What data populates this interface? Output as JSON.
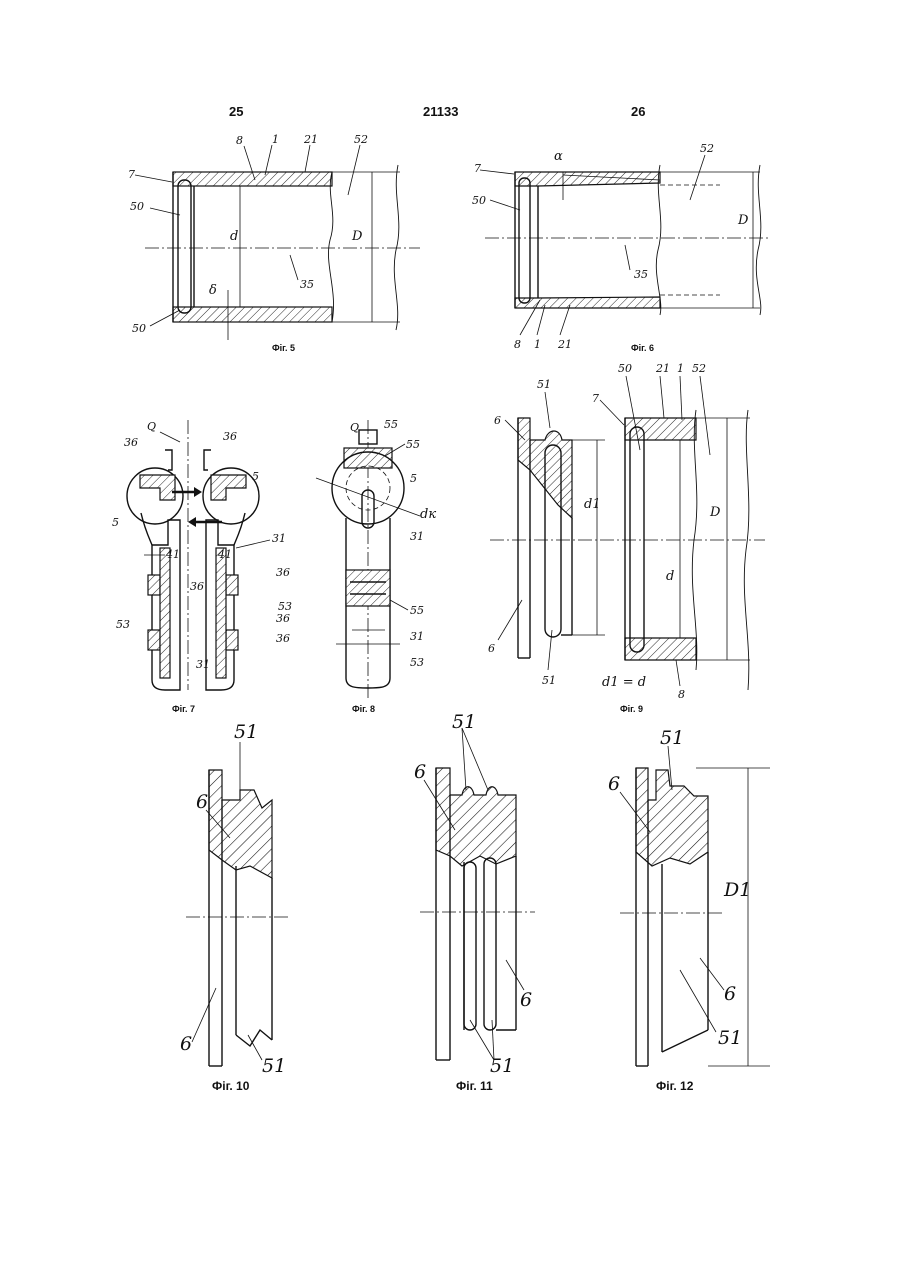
{
  "header": {
    "page_left": "25",
    "patent_number": "21133",
    "page_right": "26"
  },
  "figures": {
    "fig5": {
      "caption": "Фіг. 5",
      "labels": [
        "7",
        "8",
        "1",
        "21",
        "52",
        "50",
        "d",
        "D",
        "35",
        "δ",
        "50"
      ]
    },
    "fig6": {
      "caption": "Фіг. 6",
      "labels": [
        "7",
        "α",
        "52",
        "50",
        "D",
        "35",
        "8",
        "1",
        "21"
      ]
    },
    "fig7": {
      "caption": "Фіг. 7",
      "labels": [
        "Q",
        "36",
        "36",
        "5",
        "5",
        "41",
        "41",
        "31",
        "36",
        "36",
        "36",
        "53",
        "53",
        "36",
        "31"
      ]
    },
    "fig8": {
      "caption": "Фіг. 8",
      "labels": [
        "Q",
        "55",
        "55",
        "5",
        "dк",
        "31",
        "55",
        "31",
        "53"
      ]
    },
    "fig9": {
      "caption": "Фіг. 9",
      "labels": [
        "51",
        "50",
        "21",
        "1",
        "52",
        "6",
        "7",
        "d1",
        "d",
        "D",
        "6",
        "51",
        "d1 = d",
        "8"
      ]
    },
    "fig10": {
      "caption": "Фіг. 10",
      "labels": [
        "51",
        "6",
        "6",
        "51"
      ]
    },
    "fig11": {
      "caption": "Фіг. 11",
      "labels": [
        "51",
        "6",
        "6",
        "51"
      ]
    },
    "fig12": {
      "caption": "Фіг. 12",
      "labels": [
        "51",
        "6",
        "D1",
        "6",
        "51"
      ]
    }
  },
  "colors": {
    "ink": "#111111",
    "paper": "#ffffff"
  }
}
